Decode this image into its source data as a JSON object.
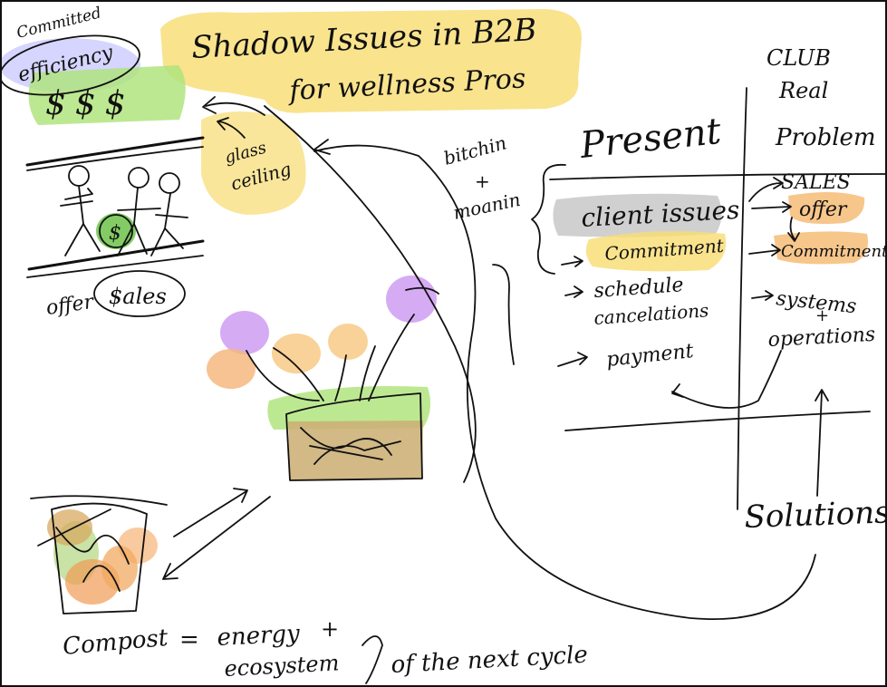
{
  "title": {
    "line1": "Shadow Issues in B2B",
    "line2": "for wellness Pros"
  },
  "left_panel": {
    "committed": "Committed",
    "efficiency": "efficiency",
    "dollars": "$$$",
    "glass_ceiling_1": "glass",
    "glass_ceiling_2": "ceiling",
    "coin": "$",
    "offer": "offer",
    "sales": "$ales"
  },
  "middle": {
    "bitchin": "bitchin",
    "plus": "+",
    "moanin": "moanin"
  },
  "present": {
    "heading": "Present",
    "items": [
      "client issues",
      "Commitment",
      "schedule",
      "cancelations",
      "payment"
    ]
  },
  "club": {
    "heading_1": "CLUB",
    "heading_2": "Real",
    "heading_3": "Problem",
    "sales": "SALES",
    "offer": "offer",
    "commitment": "Commitment",
    "systems": "systems",
    "plus": "+",
    "operations": "operations"
  },
  "solutions": "Solutions",
  "compost": {
    "word": "Compost",
    "equals": "=",
    "energy": "energy",
    "plus": "+",
    "ecosystem": "ecosystem",
    "rest": "of the next cycle"
  },
  "colors": {
    "yellow": "#f7d96a",
    "green": "#a8e070",
    "lavender": "#c8c8ff",
    "gray": "#c4c4c4",
    "orange": "#f5b870",
    "purple": "#c890f0",
    "brown": "#c8a868"
  }
}
